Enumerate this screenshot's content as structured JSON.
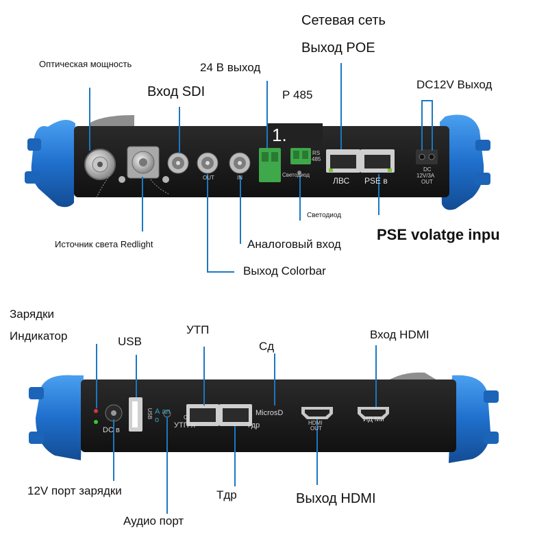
{
  "top_panel": {
    "labels": {
      "optical_power": "Оптическая мощность",
      "v24_out": "24 В выход",
      "sdi_in": "Вход SDI",
      "network_title": "Сетевая сеть",
      "poe_out": "Выход POE",
      "rs485": "Р 485",
      "dc12_out": "DC12V Выход",
      "tag_number": "1.",
      "led_callout": "Светодиод",
      "pse_voltage": "PSE volatge inpu",
      "analog_in": "Аналоговый вход",
      "redlight_source": "Источник света Redlight",
      "colorbar_out": "Выход Colorbar"
    },
    "device_text": {
      "out": "OUT",
      "in": "IN",
      "rs": "RS",
      "rs485": "485",
      "led": "Светодиод",
      "lan": "ЛВС",
      "pse": "PSE в",
      "dc": "DC",
      "dc_rating": "12V/3A",
      "dc_out": "OUT"
    }
  },
  "bottom_panel": {
    "labels": {
      "charging": "Зарядки",
      "indicator": "Индикатор",
      "usb": "USB",
      "utp": "УТП",
      "sd": "Сд",
      "hdmi_in": "Вход HDMI",
      "port_12v": "12V порт зарядки",
      "tdr": "Тдр",
      "hdmi_out": "Выход HDMI",
      "audio_port": "Аудио порт"
    },
    "device_text": {
      "dc": "DC в",
      "usb": "USB",
      "audio_a": "А ап",
      "audio_o": "о",
      "utp_s": "С)",
      "utp": "УТП л",
      "tdr": "Тдр",
      "microsd": "MicrosD",
      "hdmi": "HDMI",
      "hdmi_out": "OUT",
      "hdmi_in": "ИД Ми"
    }
  },
  "colors": {
    "callout_line": "#1a78c2",
    "bumper_blue": "#2a7fd6",
    "panel_dark": "#1b1b1b",
    "terminal_green": "#3ea84a"
  }
}
